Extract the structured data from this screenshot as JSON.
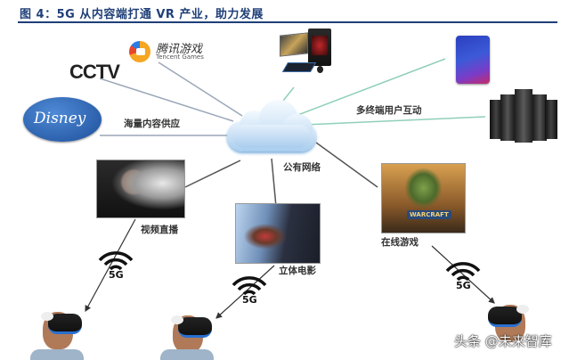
{
  "header": {
    "title": "图 4：5G 从内容端打通 VR 产业，助力发展"
  },
  "hub": {
    "name": "cloud-icon",
    "label": "公有网络"
  },
  "content_sources": {
    "label": "海量内容供应",
    "logos": [
      {
        "name": "cctv-logo",
        "text": "CCTV"
      },
      {
        "name": "tencent-games-logo",
        "text_cn": "腾讯游戏",
        "text_en": "Tencent Games"
      },
      {
        "name": "disney-logo",
        "text": "Disney"
      }
    ]
  },
  "terminals": {
    "label": "多终端用户互动",
    "devices": [
      {
        "name": "desktop-pc-icon"
      },
      {
        "name": "smartphone-icon"
      },
      {
        "name": "server-rack-icon"
      }
    ]
  },
  "scenarios": [
    {
      "name": "video-live",
      "label": "视频直播"
    },
    {
      "name": "3d-movie",
      "label": "立体电影"
    },
    {
      "name": "online-game",
      "label": "在线游戏",
      "badge": "WARCRAFT"
    }
  ],
  "wireless": [
    {
      "label": "5G"
    },
    {
      "label": "5G"
    },
    {
      "label": "5G"
    }
  ],
  "users": [
    {
      "name": "vr-user-1"
    },
    {
      "name": "vr-user-2"
    },
    {
      "name": "vr-user-3"
    }
  ],
  "watermark": "头条 @未来智库",
  "colors": {
    "title": "#1f3f78",
    "rule": "#1f3f78",
    "left_lines": "#9aa7b8",
    "right_lines": "#8fd0b8",
    "down_lines": "#555555",
    "disney_blue": "#2a64b0",
    "cloud": "#cfe4f7"
  }
}
